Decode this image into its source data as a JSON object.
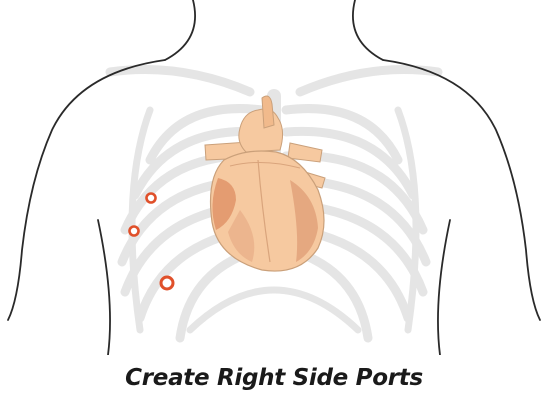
{
  "caption": "Create Right Side Ports",
  "colors": {
    "outline": "#2a2a2a",
    "ribs": "#e6e6e6",
    "heart": "#f6c9a0",
    "heart_shadow": "#e9a57c",
    "heart_muscle": "#d98c66",
    "port": "#e0502a"
  },
  "ports": [
    {
      "name": "upper-port"
    },
    {
      "name": "middle-port"
    },
    {
      "name": "lower-port"
    }
  ]
}
